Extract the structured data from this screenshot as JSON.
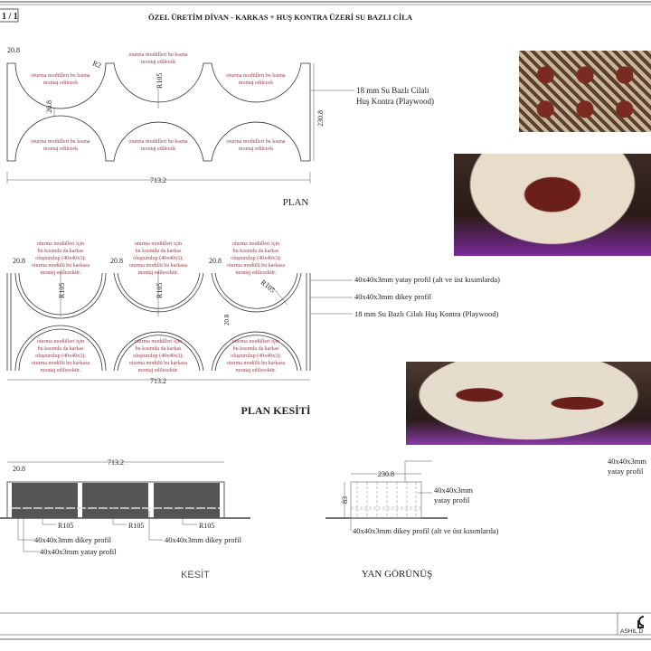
{
  "sheet": {
    "page": "1 / 1",
    "title": "ÖZEL ÜRETİM DİVAN - KARKAS + HUŞ KONTRA ÜZERİ SU BAZLI CİLA"
  },
  "plan": {
    "label": "PLAN",
    "dim_width": "713.2",
    "dim_depth": "230.8",
    "dim_post": "20.8",
    "dim_gap": "20.8",
    "radius": "R105",
    "radius_small": "R2",
    "note_line1": "oturma modülleri bu kısma",
    "note_line2": "montaj edilecek",
    "material_line1": "18 mm Su Bazlı Cilalı",
    "material_line2": "Huş Kontra (Playwood)"
  },
  "plan_section": {
    "label": "PLAN KESİTİ",
    "dim_width": "713.2",
    "dim_post": "20.8",
    "dim_gap": "20.8",
    "radius": "R105",
    "note_lines": [
      "oturma modülleri için",
      "bu kısımda da karkas",
      "oluşturulup (40x40x3);",
      "oturma modülü bu karkasa",
      "montaj edilecektir."
    ],
    "callouts": [
      "40x40x3mm yatay profil (alt ve üst kısımlarda)",
      "40x40x3mm dikey profil",
      "18 mm Su Bazlı Cilalı Huş Kontra (Playwood)"
    ]
  },
  "section": {
    "label": "KESİT",
    "dim_width": "713.2",
    "dim_post": "20.8",
    "radius": "R105",
    "callout_vertical": "40x40x3mm dikey profil",
    "callout_horizontal": "40x40x3mm yatay profil"
  },
  "side_view": {
    "label": "YAN GÖRÜNÜŞ",
    "dim_width": "230.8",
    "dim_height": "83",
    "callout_top": "40x40x3mm yatay profil",
    "callout_top_line1": "40x40x3mm",
    "callout_top_line2": "yatay profil",
    "callout_mid_line1": "40x40x3mm",
    "callout_mid_line2": "yatay profil",
    "callout_bottom": "40x40x3mm dikey profil (alt ve üst kısımlarda)"
  },
  "footer": {
    "logo_text": "ASHIL D"
  }
}
